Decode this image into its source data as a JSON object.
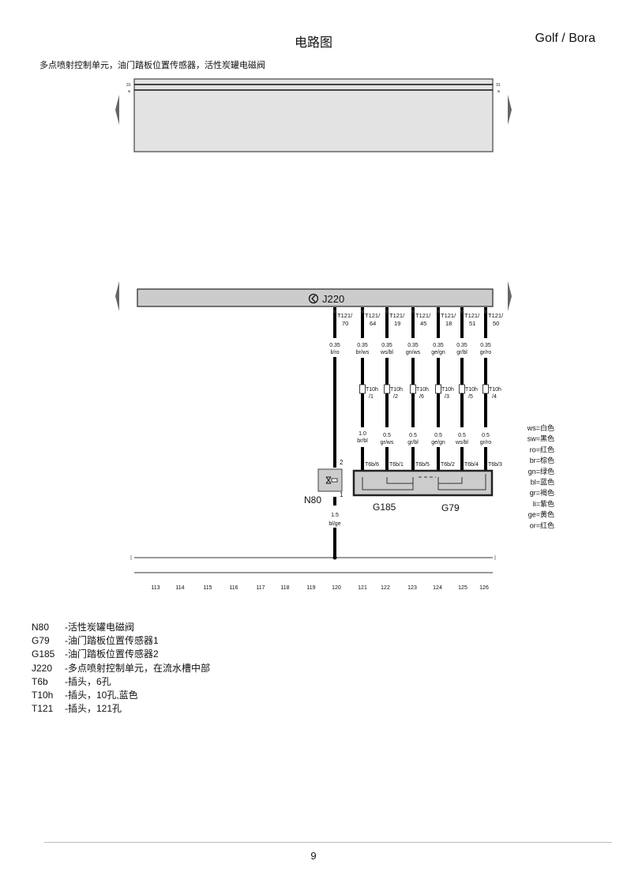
{
  "header": {
    "title": "电路图",
    "model": "Golf / Bora"
  },
  "subtitle": "多点喷射控制单元，油门踏板位置传感器，活性炭罐电磁阀",
  "top_bus": {
    "line_31": "31",
    "line_a": "a"
  },
  "control_unit": {
    "label": "J220"
  },
  "wires": [
    {
      "pin1": "T121/",
      "pin2": "70",
      "size": "0.35",
      "color": "li/ro"
    },
    {
      "pin1": "T121/",
      "pin2": "64",
      "size": "0.35",
      "color": "br/ws",
      "conn1": "T10h",
      "conn2": "/1",
      "size2": "1.0",
      "color2": "br/bl",
      "t6b": "T6b/6"
    },
    {
      "pin1": "T121/",
      "pin2": "19",
      "size": "0.35",
      "color": "ws/bl",
      "conn1": "T10h",
      "conn2": "/2",
      "size2": "0.5",
      "color2": "gr/ws",
      "t6b": "T6b/1"
    },
    {
      "pin1": "T121/",
      "pin2": "45",
      "size": "0.35",
      "color": "gn/ws",
      "conn1": "T10h",
      "conn2": "/6",
      "size2": "0.5",
      "color2": "gr/bl",
      "t6b": "T6b/5"
    },
    {
      "pin1": "T121/",
      "pin2": "18",
      "size": "0.35",
      "color": "ge/gn",
      "conn1": "T10h",
      "conn2": "/3",
      "size2": "0.5",
      "color2": "ge/gn",
      "t6b": "T6b/2"
    },
    {
      "pin1": "T121/",
      "pin2": "51",
      "size": "0.35",
      "color": "gr/bl",
      "conn1": "T10h",
      "conn2": "/5",
      "size2": "0.5",
      "color2": "ws/bl",
      "t6b": "T6b/4"
    },
    {
      "pin1": "T121/",
      "pin2": "50",
      "size": "0.35",
      "color": "gr/ro",
      "conn1": "T10h",
      "conn2": "/4",
      "size2": "0.5",
      "color2": "gr/ro",
      "t6b": "T6b/3"
    }
  ],
  "n80": {
    "label": "N80",
    "pin_top": "2",
    "pin_bottom": "1",
    "size": "1.5",
    "color": "bl/ge"
  },
  "sensors": {
    "g185": "G185",
    "g79": "G79"
  },
  "scale": [
    "113",
    "114",
    "115",
    "116",
    "117",
    "118",
    "119",
    "120",
    "121",
    "122",
    "123",
    "124",
    "125",
    "126"
  ],
  "color_legend": [
    "ws=白色",
    "sw=黑色",
    "ro=红色",
    "br=棕色",
    "gn=绿色",
    "bl=蓝色",
    "gr=褐色",
    "li=紫色",
    "ge=黄色",
    "or=红色"
  ],
  "components": [
    {
      "code": "N80",
      "desc": "-活性炭罐电磁阀"
    },
    {
      "code": "G79",
      "desc": "-油门踏板位置传感器1"
    },
    {
      "code": "G185",
      "desc": "-油门踏板位置传感器2"
    },
    {
      "code": "J220",
      "desc": "-多点喷射控制单元，在流水槽中部"
    },
    {
      "code": "T6b",
      "desc": "-插头，6孔"
    },
    {
      "code": "T10h",
      "desc": "-插头，10孔,蓝色"
    },
    {
      "code": "T121",
      "desc": "-插头，121孔"
    }
  ],
  "footer": {
    "page": "9"
  }
}
